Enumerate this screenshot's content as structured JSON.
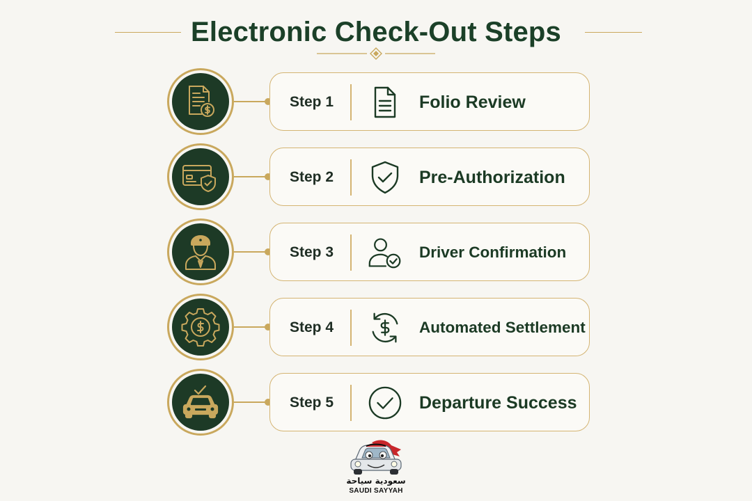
{
  "page": {
    "title": "Electronic Check-Out Steps"
  },
  "colors": {
    "background": "#f7f6f2",
    "dark_green": "#1d3a26",
    "gold": "#c9a85d",
    "text": "#1b3a24"
  },
  "steps": [
    {
      "label": "Step 1",
      "title": "Folio Review",
      "badge_icon": "invoice-dollar-icon",
      "card_icon": "document-icon"
    },
    {
      "label": "Step 2",
      "title": "Pre-Authorization",
      "badge_icon": "credit-card-shield-icon",
      "card_icon": "shield-check-icon"
    },
    {
      "label": "Step 3",
      "title": "Driver Confirmation",
      "badge_icon": "chauffeur-icon",
      "card_icon": "user-check-icon"
    },
    {
      "label": "Step 4",
      "title": "Automated Settlement",
      "badge_icon": "gear-dollar-icon",
      "card_icon": "dollar-refresh-icon"
    },
    {
      "label": "Step 5",
      "title": "Departure Success",
      "badge_icon": "car-check-icon",
      "card_icon": "check-circle-icon"
    }
  ],
  "logo": {
    "arabic_text": "سعودية سياحة",
    "english_text": "SAUDI SAYYAH",
    "mascot": "car-mascot-icon"
  }
}
